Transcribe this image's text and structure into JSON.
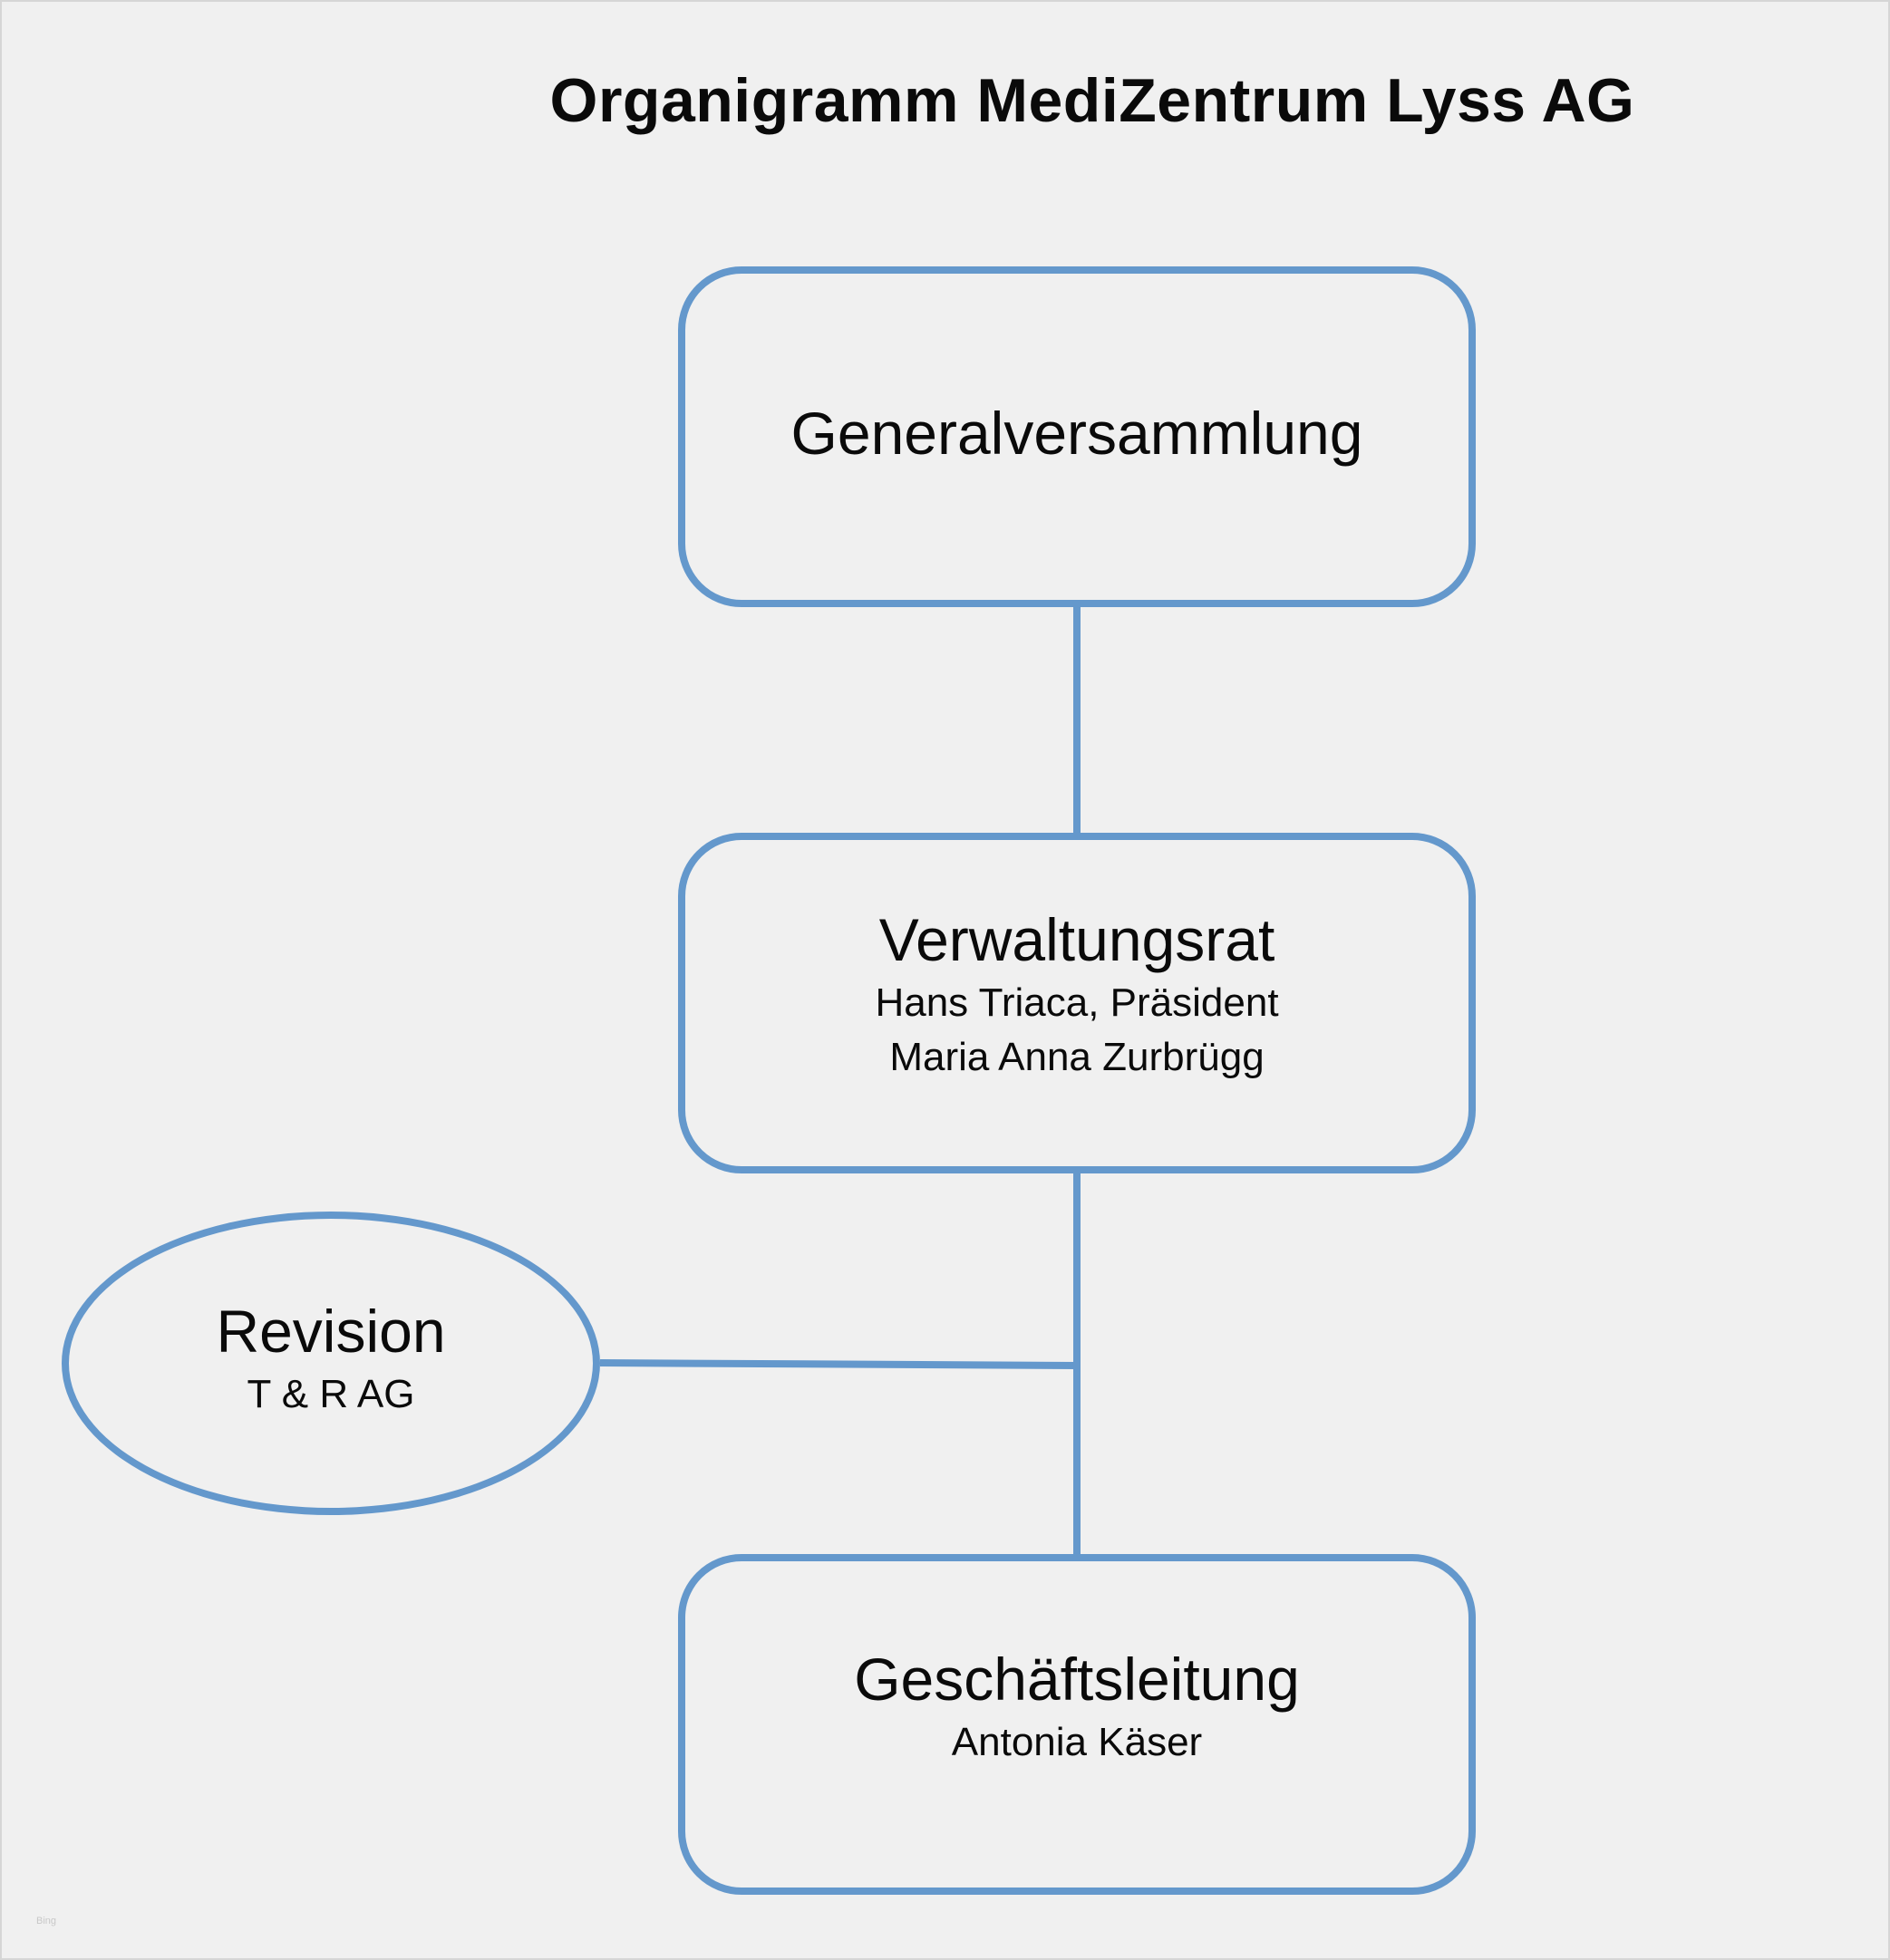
{
  "title": "Organigramm MediZentrum Lyss AG",
  "colors": {
    "background": "#f0f0f0",
    "stroke": "#6498cc",
    "text": "#0a0a0a"
  },
  "nodes": {
    "generalversammlung": {
      "title": "Generalversammlung"
    },
    "verwaltungsrat": {
      "title": "Verwaltungsrat",
      "lines": [
        "Hans Triaca, Präsident",
        "Maria Anna Zurbrügg"
      ]
    },
    "revision": {
      "title": "Revision",
      "lines": [
        "T & R AG"
      ]
    },
    "geschaeftsleitung": {
      "title": "Geschäftsleitung",
      "lines": [
        "Antonia Käser"
      ]
    }
  },
  "edges": [
    {
      "from": "generalversammlung",
      "to": "verwaltungsrat"
    },
    {
      "from": "verwaltungsrat",
      "to": "geschaeftsleitung"
    },
    {
      "from": "revision",
      "to": "verwaltungsrat-geschaeftsleitung-line"
    }
  ],
  "watermark": "Bing"
}
